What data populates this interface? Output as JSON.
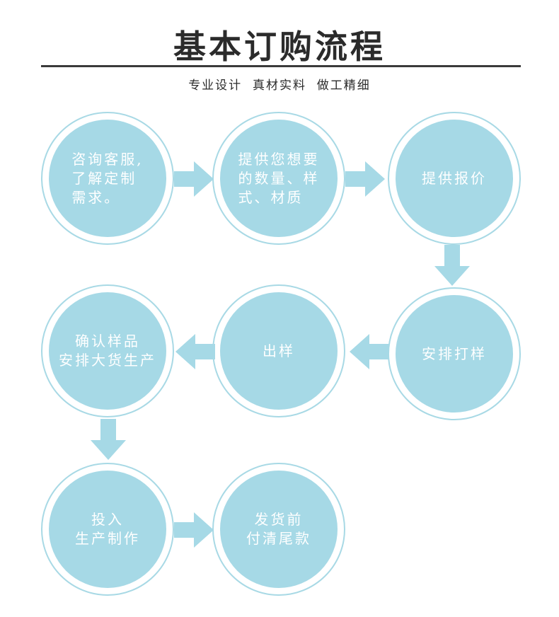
{
  "header": {
    "title": "基本订购流程",
    "subtitle": "专业设计  真材实料  做工精细"
  },
  "colors": {
    "circle_fill": "#a6d9e6",
    "circle_ring": "#a8d9e5",
    "arrow": "#a6d9e6",
    "title_text": "#2b2b2b"
  },
  "steps": [
    {
      "label": "咨询客服,\n了解定制\n需求。"
    },
    {
      "label": "提供您想要\n的数量、样\n式、材质"
    },
    {
      "label": "提供报价"
    },
    {
      "label": "安排打样"
    },
    {
      "label": "出样"
    },
    {
      "label": "确认样品\n安排大货生产"
    },
    {
      "label": "投入\n生产制作"
    },
    {
      "label": "发货前\n付清尾款"
    }
  ]
}
